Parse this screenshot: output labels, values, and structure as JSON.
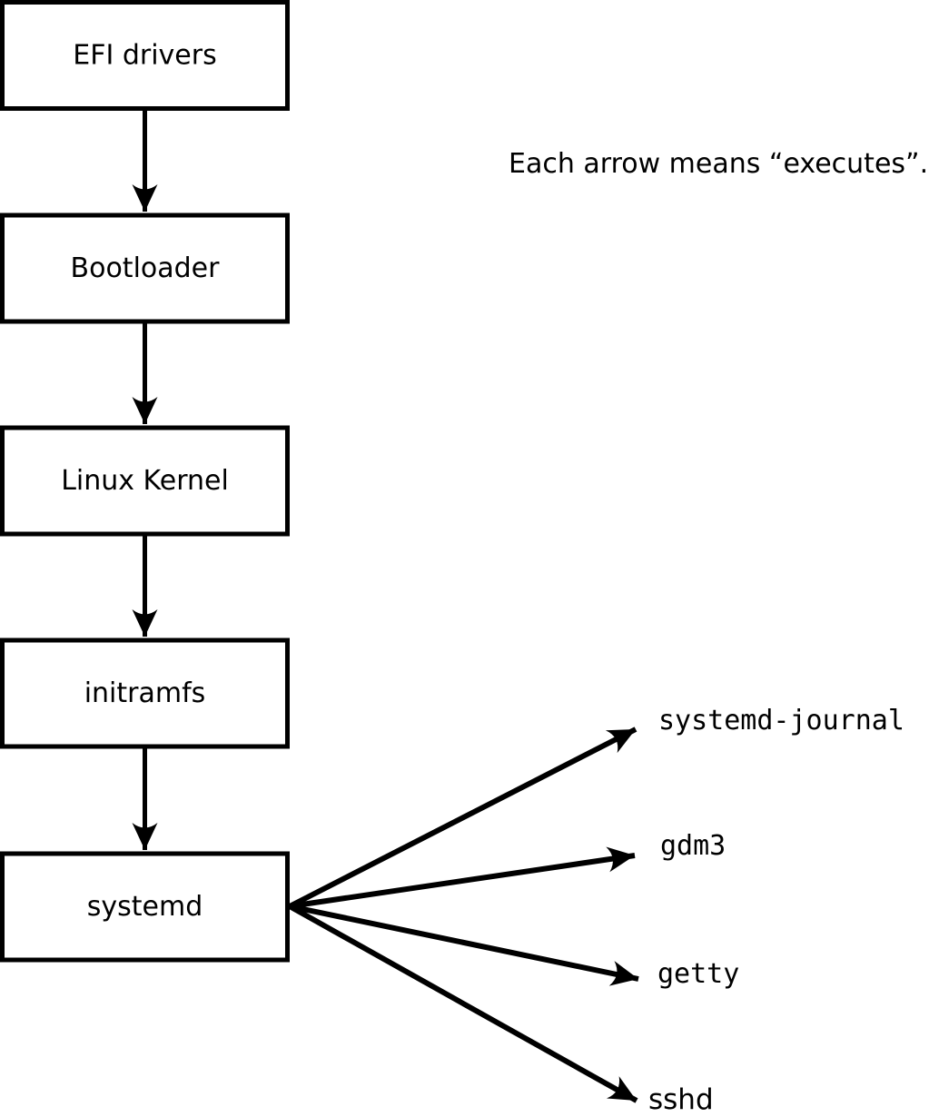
{
  "note": "Each arrow means “executes”.",
  "arrow_meaning": "executes",
  "boot_chain": [
    {
      "label": "EFI drivers"
    },
    {
      "label": "Bootloader"
    },
    {
      "label": "Linux Kernel"
    },
    {
      "label": "initramfs"
    },
    {
      "label": "systemd"
    }
  ],
  "spawned_services": [
    {
      "label": "systemd-journal"
    },
    {
      "label": "gdm3"
    },
    {
      "label": "getty"
    },
    {
      "label": "sshd"
    }
  ],
  "colors": {
    "line": "#000000",
    "box_fill": "#ffffff",
    "background": "#ffffff"
  }
}
